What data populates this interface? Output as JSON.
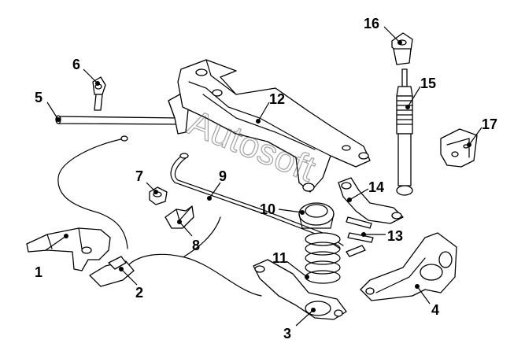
{
  "watermark": "Autosoft",
  "callouts": [
    {
      "id": "1",
      "label": "1"
    },
    {
      "id": "2",
      "label": "2"
    },
    {
      "id": "3",
      "label": "3"
    },
    {
      "id": "4",
      "label": "4"
    },
    {
      "id": "5",
      "label": "5"
    },
    {
      "id": "6",
      "label": "6"
    },
    {
      "id": "7",
      "label": "7"
    },
    {
      "id": "8",
      "label": "8"
    },
    {
      "id": "9",
      "label": "9"
    },
    {
      "id": "10",
      "label": "10"
    },
    {
      "id": "11",
      "label": "11"
    },
    {
      "id": "12",
      "label": "12"
    },
    {
      "id": "13",
      "label": "13"
    },
    {
      "id": "14",
      "label": "14"
    },
    {
      "id": "15",
      "label": "15"
    },
    {
      "id": "16",
      "label": "16"
    },
    {
      "id": "17",
      "label": "17"
    }
  ]
}
